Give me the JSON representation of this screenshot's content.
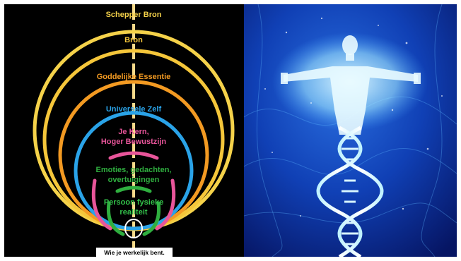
{
  "diagram": {
    "levels": [
      {
        "id": "schepper-bron",
        "label": "Schepper Bron",
        "color": "#f5d24a"
      },
      {
        "id": "bron",
        "label": "Bron",
        "color": "#f5c63a"
      },
      {
        "id": "goddelijke-essentie",
        "label": "Goddelijke Essentie",
        "color": "#f39a22"
      },
      {
        "id": "universele-zelf",
        "label": "Universele  Zelf",
        "color": "#2aa3e8"
      },
      {
        "id": "je-kern",
        "label_line1": "Je Kern,",
        "label_line2": "Hoger Bewustzijn",
        "color": "#e8559a"
      },
      {
        "id": "emoties",
        "label_line1": "Emoties, gedachten,",
        "label_line2": "overtuigingen",
        "color": "#2fae3f"
      },
      {
        "id": "persoon",
        "label_line1": "Persoon fysieke",
        "label_line2": "realiteit",
        "color": "#33c24a"
      }
    ],
    "caption": "Wie je werkelijk bent.",
    "axis_color": "#f6d98a",
    "background": "#000000"
  },
  "photo": {
    "description_icon": "dna-human-figure-icon",
    "palette": {
      "deep": "#061563",
      "mid": "#1446c9",
      "glow": "#9fe6ff"
    }
  }
}
